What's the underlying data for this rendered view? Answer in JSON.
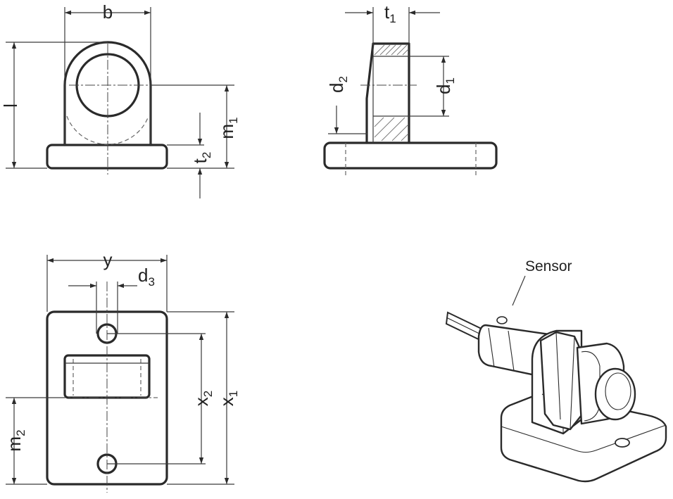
{
  "labels": {
    "b": "b",
    "l": "l",
    "m1": "m",
    "m1_sub": "1",
    "t2": "t",
    "t2_sub": "2",
    "t1": "t",
    "t1_sub": "1",
    "d2": "d",
    "d2_sub": "2",
    "d1": "d",
    "d1_sub": "1",
    "y": "y",
    "d3": "d",
    "d3_sub": "3",
    "x2": "x",
    "x2_sub": "2",
    "x1": "x",
    "x1_sub": "1",
    "m2": "m",
    "m2_sub": "2",
    "sensor": "Sensor"
  }
}
